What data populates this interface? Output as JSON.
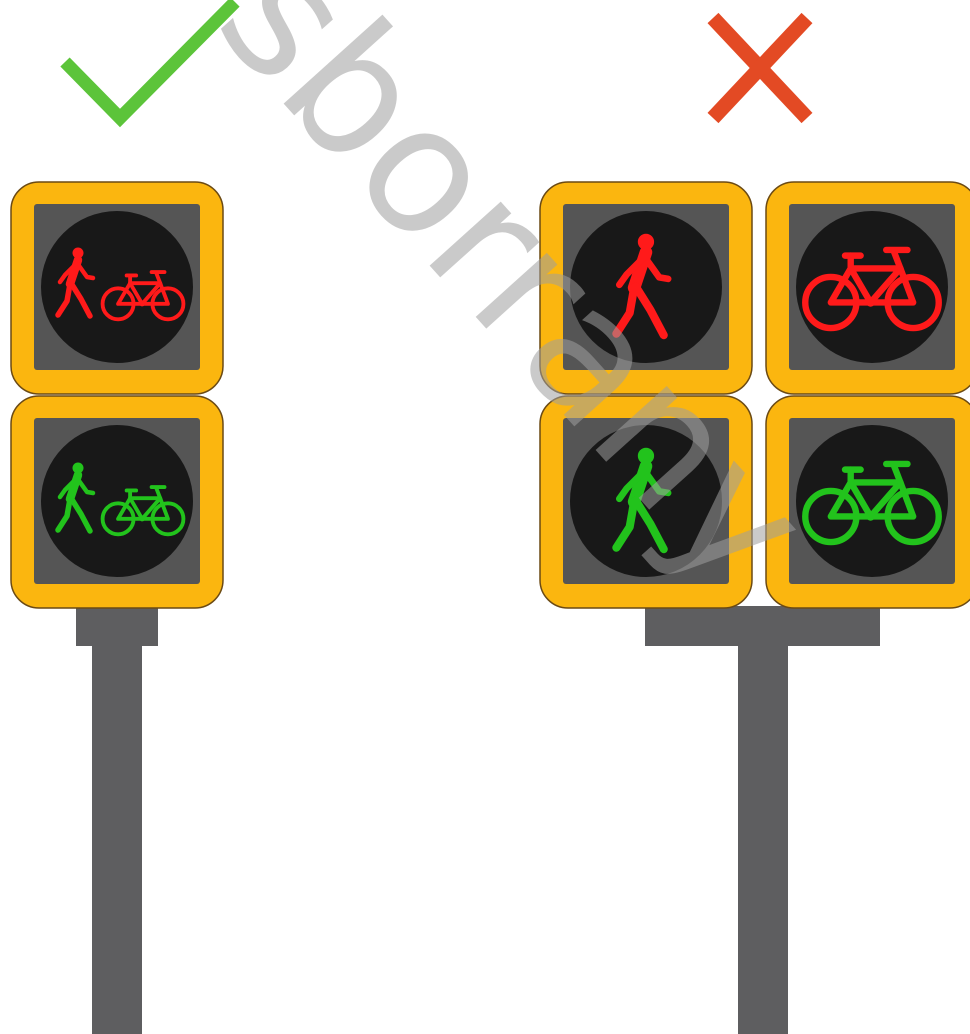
{
  "colors": {
    "background": "#ffffff",
    "check_mark": "#5cc43a",
    "cross_mark": "#e34a24",
    "signal_housing": "#fbb60f",
    "housing_outline": "#6b4a14",
    "panel": "#555555",
    "lens": "#181818",
    "pole": "#5e5e60",
    "pole_bracket": "#5e5e60",
    "red_light": "#ff1a1a",
    "green_light": "#22c31c",
    "watermark": "#9e9e9e"
  },
  "panels": {
    "correct": {
      "mark": "check-icon",
      "signals": [
        "pedestrian-and-bicycle-red",
        "pedestrian-and-bicycle-green"
      ]
    },
    "incorrect": {
      "mark": "cross-icon",
      "signals": [
        "pedestrian-red",
        "bicycle-red",
        "pedestrian-green",
        "bicycle-green"
      ]
    }
  },
  "watermark": {
    "text": "sborrany"
  }
}
